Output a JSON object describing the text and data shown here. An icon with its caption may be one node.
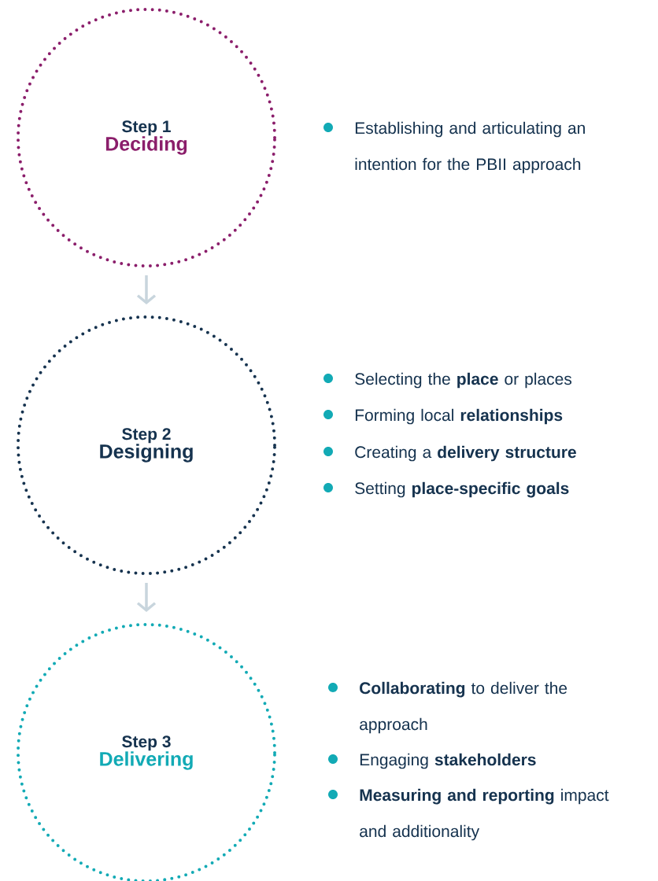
{
  "diagram": {
    "nodes": [
      {
        "text": [
          "Step 1",
          "Deciding"
        ]
      },
      {
        "text": [
          "Step 2",
          "Designing"
        ]
      },
      {
        "text": [
          "Step 3",
          "Delivering"
        ]
      }
    ],
    "edges": [
      {
        "from": 0,
        "to": 1,
        "arrow": "to"
      },
      {
        "from": 1,
        "to": 2,
        "arrow": "to"
      }
    ],
    "labels": [
      "Establishing and articulating an intention for the PBII approach",
      "Selecting the **place** or places",
      "Forming local **relationships**",
      "Creating a **delivery structure**",
      "Setting **place-specific goals**",
      "**Collaborating** to deliver the approach",
      "Engaging **stakeholders**",
      "**Measuring and reporting** impact and additionality"
    ]
  }
}
